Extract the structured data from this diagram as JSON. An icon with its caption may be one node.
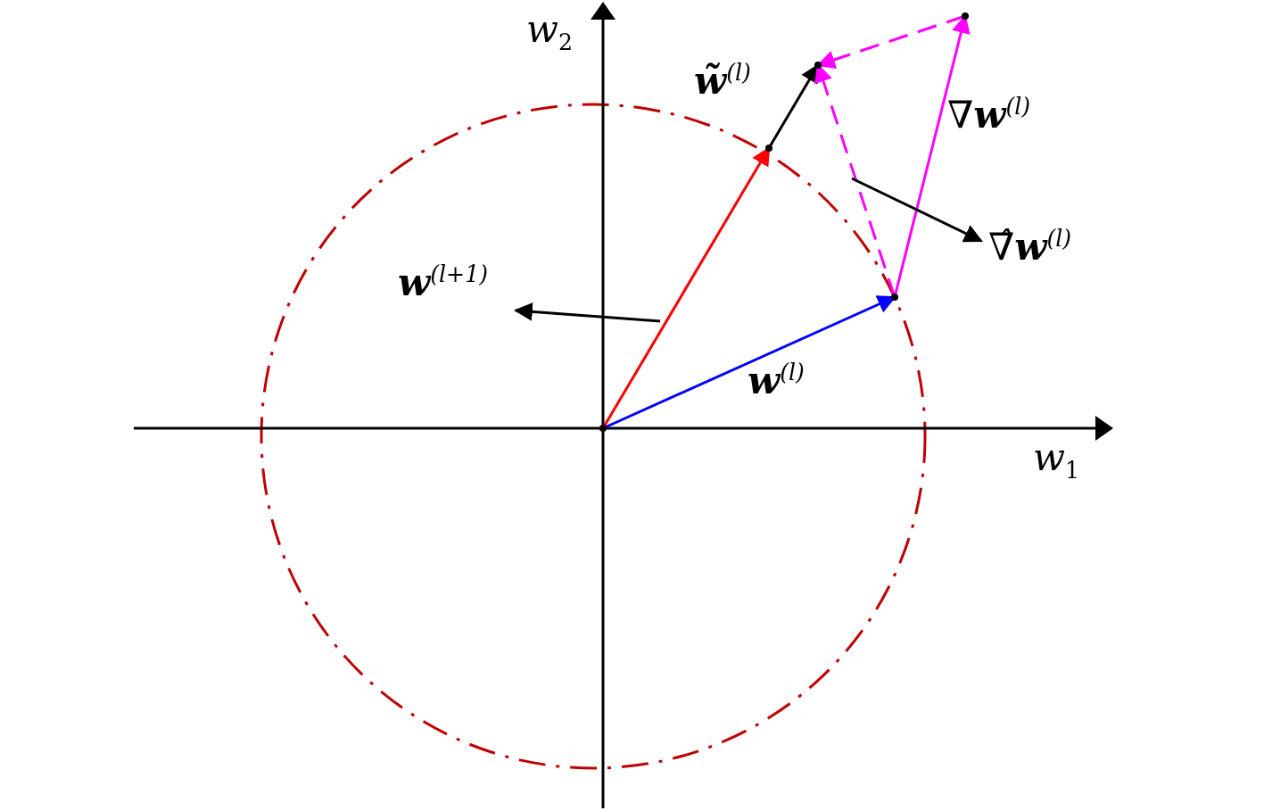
{
  "diagram": {
    "nodes": [
      {
        "text": [],
        "shape": "point"
      },
      {
        "text": [],
        "shape": "point"
      },
      {
        "text": [],
        "shape": "point"
      },
      {
        "text": [],
        "shape": "point"
      },
      {
        "text": [],
        "shape": "point"
      },
      {
        "text": [
          "**w**$^{(l+1)}$"
        ]
      },
      {
        "text": [
          "∇̂**w**$^{(l)}$"
        ]
      }
    ],
    "edges": [
      {
        "from": 0,
        "to": 1,
        "arrow": "to",
        "color": "#0000ff",
        "label": "**w**$^{(l)}$"
      },
      {
        "from": 0,
        "to": 2,
        "arrow": "to",
        "color": "#ff0000"
      },
      {
        "from": 2,
        "to": 3,
        "arrow": "to",
        "label": "**w̃**$^{(l)}$"
      },
      {
        "from": 1,
        "to": 4,
        "arrow": "to",
        "color": "#ff00ff",
        "label": "∇**w**$^{(l)}$"
      },
      {
        "from": 4,
        "to": 3,
        "arrow": "to",
        "color": "#ff00ff",
        "style": "dashed"
      },
      {
        "from": 1,
        "to": 3,
        "arrow": "to",
        "color": "#ff00ff",
        "style": "dashed"
      },
      {
        "from": null,
        "to": 5,
        "arrow": "to"
      },
      {
        "from": null,
        "to": 6,
        "arrow": "to"
      }
    ],
    "labels": [
      "*w*$_{2}$",
      "*w*$_{1}$"
    ]
  }
}
